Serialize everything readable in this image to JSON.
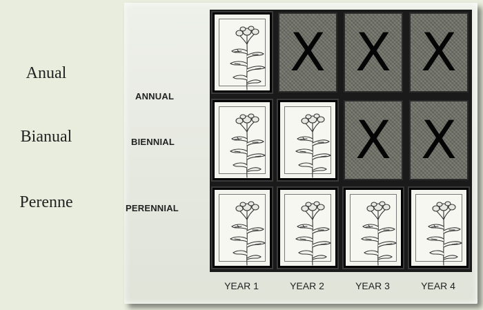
{
  "spanish_labels": [
    "Anual",
    "Bianual",
    "Perenne"
  ],
  "diagram": {
    "rows": [
      {
        "label": "ANNUAL",
        "cells": [
          "plant",
          "X",
          "X",
          "X"
        ]
      },
      {
        "label": "BIENNIAL",
        "cells": [
          "plant",
          "plant",
          "X",
          "X"
        ]
      },
      {
        "label": "PERENNIAL",
        "cells": [
          "plant",
          "plant",
          "plant",
          "plant"
        ]
      }
    ],
    "columns": [
      "YEAR 1",
      "YEAR 2",
      "YEAR 3",
      "YEAR 4"
    ],
    "cross_symbol": "X",
    "icon_names": {
      "plant": "flowering-plant-icon",
      "cross": "cross-icon"
    }
  }
}
